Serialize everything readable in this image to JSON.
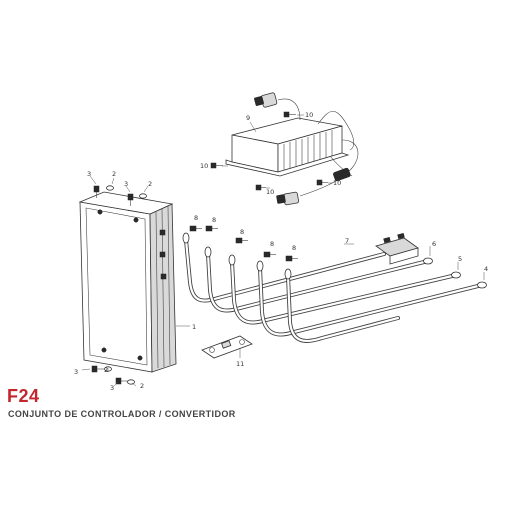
{
  "figure": {
    "code": "F24",
    "caption": "CONJUNTO DE CONTROLADOR / CONVERTIDOR",
    "accent_color": "#c1272d"
  },
  "callouts": {
    "controller": "1",
    "washer": "2",
    "screw": "3",
    "cable_4": "4",
    "cable_5": "5",
    "cable_6": "6",
    "cable_7": "7",
    "bolt": "8",
    "converter": "9",
    "converter_screw": "10",
    "fuse": "11"
  }
}
